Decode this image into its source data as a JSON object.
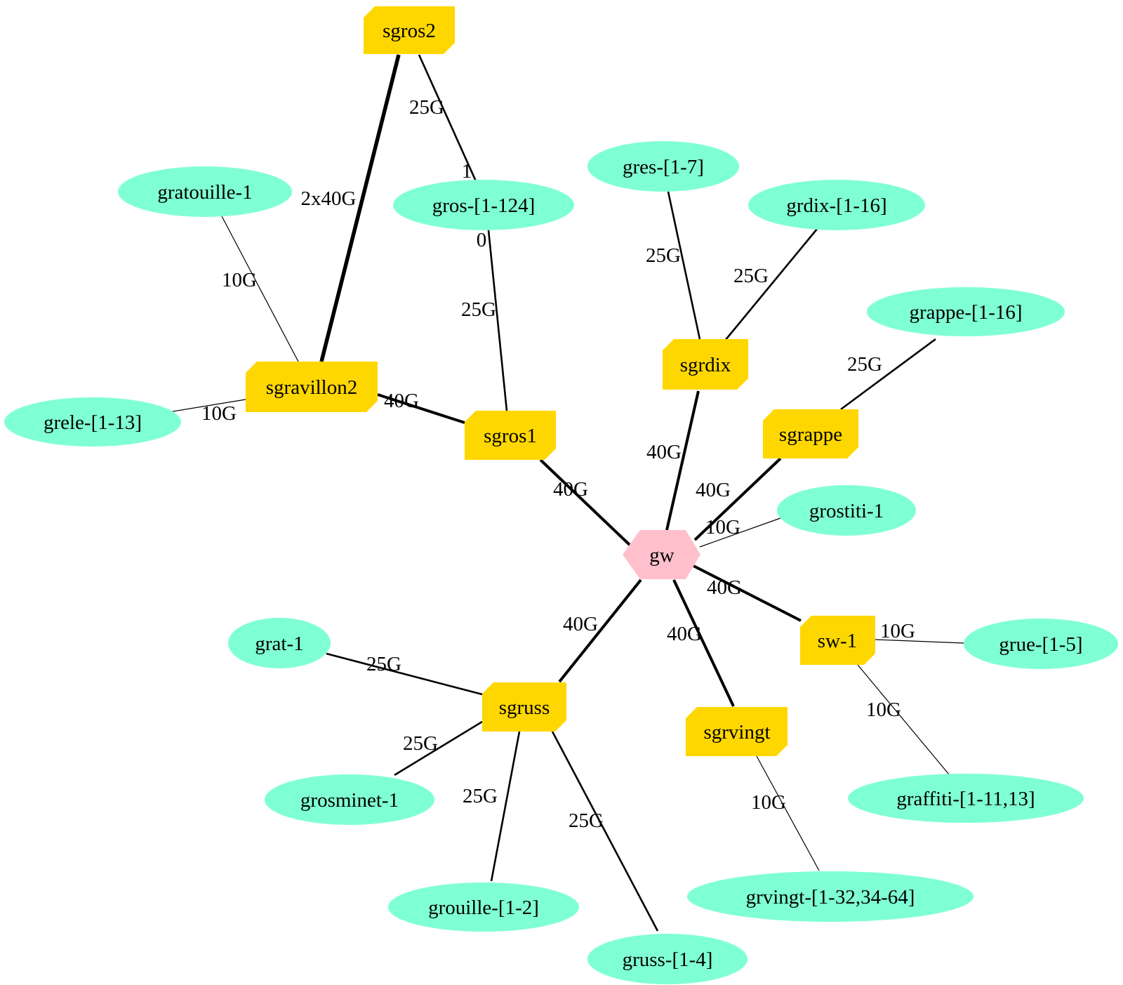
{
  "diagram": {
    "description": "Cluster network topology graph",
    "node_count": 23,
    "edge_count": 23
  },
  "colors": {
    "switch_fill": "#FFD700",
    "node_group_fill": "#7FFFD4",
    "gateway_fill": "#FFC0CB",
    "edge_stroke": "#000000",
    "text": "#000000",
    "background": "#FFFFFF"
  },
  "nodes": [
    {
      "id": "sgros2",
      "label": "sgros2",
      "shape": "box",
      "role": "switch"
    },
    {
      "id": "gratouille-1",
      "label": "gratouille-1",
      "shape": "ellipse",
      "role": "node-group"
    },
    {
      "id": "gros",
      "label": "gros-[1-124]",
      "shape": "ellipse",
      "role": "node-group"
    },
    {
      "id": "gres",
      "label": "gres-[1-7]",
      "shape": "ellipse",
      "role": "node-group"
    },
    {
      "id": "grdix",
      "label": "grdix-[1-16]",
      "shape": "ellipse",
      "role": "node-group"
    },
    {
      "id": "grappe",
      "label": "grappe-[1-16]",
      "shape": "ellipse",
      "role": "node-group"
    },
    {
      "id": "sgravillon2",
      "label": "sgravillon2",
      "shape": "box",
      "role": "switch"
    },
    {
      "id": "grele",
      "label": "grele-[1-13]",
      "shape": "ellipse",
      "role": "node-group"
    },
    {
      "id": "sgros1",
      "label": "sgros1",
      "shape": "box",
      "role": "switch"
    },
    {
      "id": "sgrdix",
      "label": "sgrdix",
      "shape": "box",
      "role": "switch"
    },
    {
      "id": "sgrappe",
      "label": "sgrappe",
      "shape": "box",
      "role": "switch"
    },
    {
      "id": "grostiti-1",
      "label": "grostiti-1",
      "shape": "ellipse",
      "role": "node-group"
    },
    {
      "id": "gw",
      "label": "gw",
      "shape": "hexagon",
      "role": "gateway"
    },
    {
      "id": "sw-1",
      "label": "sw-1",
      "shape": "box",
      "role": "switch"
    },
    {
      "id": "grue",
      "label": "grue-[1-5]",
      "shape": "ellipse",
      "role": "node-group"
    },
    {
      "id": "grat-1",
      "label": "grat-1",
      "shape": "ellipse",
      "role": "node-group"
    },
    {
      "id": "sgruss",
      "label": "sgruss",
      "shape": "box",
      "role": "switch"
    },
    {
      "id": "sgrvingt",
      "label": "sgrvingt",
      "shape": "box",
      "role": "switch"
    },
    {
      "id": "grosminet-1",
      "label": "grosminet-1",
      "shape": "ellipse",
      "role": "node-group"
    },
    {
      "id": "graffiti",
      "label": "graffiti-[1-11,13]",
      "shape": "ellipse",
      "role": "node-group"
    },
    {
      "id": "grouille",
      "label": "grouille-[1-2]",
      "shape": "ellipse",
      "role": "node-group"
    },
    {
      "id": "gruss",
      "label": "gruss-[1-4]",
      "shape": "ellipse",
      "role": "node-group"
    },
    {
      "id": "grvingt",
      "label": "grvingt-[1-32,34-64]",
      "shape": "ellipse",
      "role": "node-group"
    }
  ],
  "edges": [
    {
      "from": "sgros2",
      "to": "sgravillon2",
      "label": "2x40G"
    },
    {
      "from": "sgros2",
      "to": "gros",
      "label": "25G",
      "head_label": "1"
    },
    {
      "from": "gros",
      "to": "sgros1",
      "label": "25G",
      "tail_label": "0"
    },
    {
      "from": "gratouille-1",
      "to": "sgravillon2",
      "label": "10G"
    },
    {
      "from": "grele",
      "to": "sgravillon2",
      "label": "10G"
    },
    {
      "from": "sgravillon2",
      "to": "sgros1",
      "label": "40G"
    },
    {
      "from": "sgros1",
      "to": "gw",
      "label": "40G"
    },
    {
      "from": "sgrdix",
      "to": "gw",
      "label": "40G"
    },
    {
      "from": "gres",
      "to": "sgrdix",
      "label": "25G"
    },
    {
      "from": "grdix",
      "to": "sgrdix",
      "label": "25G"
    },
    {
      "from": "grappe",
      "to": "sgrappe",
      "label": "25G"
    },
    {
      "from": "sgrappe",
      "to": "gw",
      "label": "40G"
    },
    {
      "from": "grostiti-1",
      "to": "gw",
      "label": "10G"
    },
    {
      "from": "gw",
      "to": "sw-1",
      "label": "40G"
    },
    {
      "from": "sw-1",
      "to": "grue",
      "label": "10G"
    },
    {
      "from": "sw-1",
      "to": "graffiti",
      "label": "10G"
    },
    {
      "from": "gw",
      "to": "sgruss",
      "label": "40G"
    },
    {
      "from": "gw",
      "to": "sgrvingt",
      "label": "40G"
    },
    {
      "from": "grat-1",
      "to": "sgruss",
      "label": "25G"
    },
    {
      "from": "sgruss",
      "to": "grosminet-1",
      "label": "25G"
    },
    {
      "from": "sgruss",
      "to": "grouille",
      "label": "25G"
    },
    {
      "from": "sgruss",
      "to": "gruss",
      "label": "25G"
    },
    {
      "from": "sgrvingt",
      "to": "grvingt",
      "label": "10G"
    }
  ]
}
